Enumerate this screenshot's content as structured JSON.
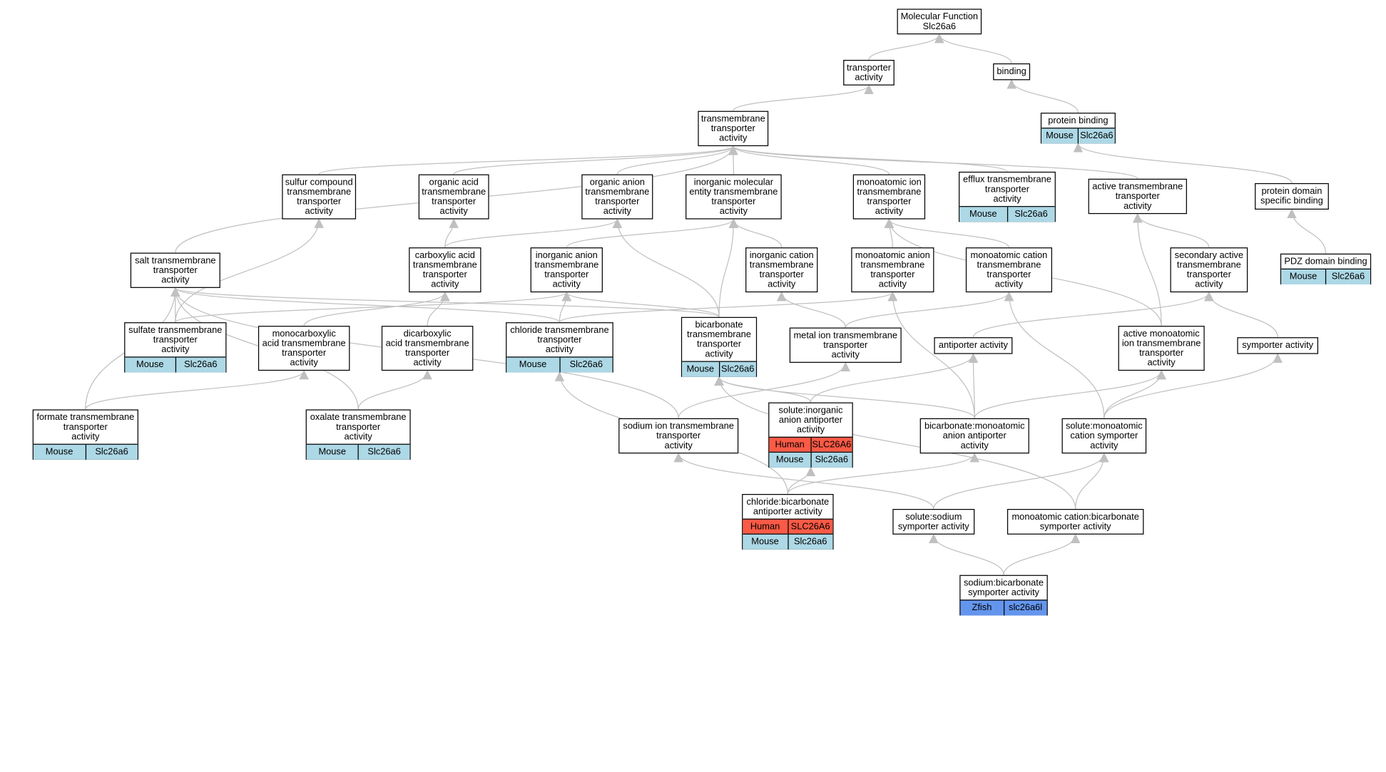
{
  "colors": {
    "edge": "#c0c0c0",
    "species": {
      "Mouse": "#add8e6",
      "Human": "#fa5a46",
      "Zfish": "#6495ed"
    }
  },
  "nodes": {
    "mf": {
      "label": "Molecular Function\nSlc26a6",
      "annotations": []
    },
    "transporter": {
      "label": "transporter\nactivity",
      "annotations": []
    },
    "binding": {
      "label": "binding",
      "annotations": []
    },
    "tmt": {
      "label": "transmembrane\ntransporter\nactivity",
      "annotations": []
    },
    "protein_binding": {
      "label": "protein binding",
      "annotations": [
        {
          "species": "Mouse",
          "gene": "Slc26a6"
        }
      ]
    },
    "sulfur": {
      "label": "sulfur compound\ntransmembrane\ntransporter\nactivity",
      "annotations": []
    },
    "organic_acid": {
      "label": "organic acid\ntransmembrane\ntransporter\nactivity",
      "annotations": []
    },
    "organic_anion": {
      "label": "organic anion\ntransmembrane\ntransporter\nactivity",
      "annotations": []
    },
    "inorg_mol": {
      "label": "inorganic molecular\nentity transmembrane\ntransporter\nactivity",
      "annotations": []
    },
    "monoatomic_ion": {
      "label": "monoatomic ion\ntransmembrane\ntransporter\nactivity",
      "annotations": []
    },
    "efflux": {
      "label": "efflux transmembrane\ntransporter\nactivity",
      "annotations": [
        {
          "species": "Mouse",
          "gene": "Slc26a6"
        }
      ]
    },
    "active_tmt": {
      "label": "active transmembrane\ntransporter\nactivity",
      "annotations": []
    },
    "protein_domain": {
      "label": "protein domain\nspecific binding",
      "annotations": []
    },
    "salt": {
      "label": "salt transmembrane\ntransporter\nactivity",
      "annotations": []
    },
    "carboxylic": {
      "label": "carboxylic acid\ntransmembrane\ntransporter\nactivity",
      "annotations": []
    },
    "inorg_anion": {
      "label": "inorganic anion\ntransmembrane\ntransporter\nactivity",
      "annotations": []
    },
    "inorg_cation": {
      "label": "inorganic cation\ntransmembrane\ntransporter\nactivity",
      "annotations": []
    },
    "mono_anion": {
      "label": "monoatomic anion\ntransmembrane\ntransporter\nactivity",
      "annotations": []
    },
    "mono_cation": {
      "label": "monoatomic cation\ntransmembrane\ntransporter\nactivity",
      "annotations": []
    },
    "secondary": {
      "label": "secondary active\ntransmembrane\ntransporter\nactivity",
      "annotations": []
    },
    "pdz": {
      "label": "PDZ domain binding",
      "annotations": [
        {
          "species": "Mouse",
          "gene": "Slc26a6"
        }
      ]
    },
    "sulfate": {
      "label": "sulfate transmembrane\ntransporter\nactivity",
      "annotations": [
        {
          "species": "Mouse",
          "gene": "Slc26a6"
        }
      ]
    },
    "monocarb": {
      "label": "monocarboxylic\nacid transmembrane\ntransporter\nactivity",
      "annotations": []
    },
    "dicarb": {
      "label": "dicarboxylic\nacid transmembrane\ntransporter\nactivity",
      "annotations": []
    },
    "chloride": {
      "label": "chloride transmembrane\ntransporter\nactivity",
      "annotations": [
        {
          "species": "Mouse",
          "gene": "Slc26a6"
        }
      ]
    },
    "bicarbonate": {
      "label": "bicarbonate\ntransmembrane\ntransporter\nactivity",
      "annotations": [
        {
          "species": "Mouse",
          "gene": "Slc26a6"
        }
      ]
    },
    "metal_ion": {
      "label": "metal ion transmembrane\ntransporter\nactivity",
      "annotations": []
    },
    "antiporter": {
      "label": "antiporter activity",
      "annotations": []
    },
    "active_mono": {
      "label": "active monoatomic\nion transmembrane\ntransporter\nactivity",
      "annotations": []
    },
    "symporter": {
      "label": "symporter activity",
      "annotations": []
    },
    "formate": {
      "label": "formate transmembrane\ntransporter\nactivity",
      "annotations": [
        {
          "species": "Mouse",
          "gene": "Slc26a6"
        }
      ]
    },
    "oxalate": {
      "label": "oxalate transmembrane\ntransporter\nactivity",
      "annotations": [
        {
          "species": "Mouse",
          "gene": "Slc26a6"
        }
      ]
    },
    "sodium_ion": {
      "label": "sodium ion transmembrane\ntransporter\nactivity",
      "annotations": []
    },
    "solute_inorg": {
      "label": "solute:inorganic\nanion antiporter\nactivity",
      "annotations": [
        {
          "species": "Human",
          "gene": "SLC26A6"
        },
        {
          "species": "Mouse",
          "gene": "Slc26a6"
        }
      ]
    },
    "bicarb_mono": {
      "label": "bicarbonate:monoatomic\nanion antiporter\nactivity",
      "annotations": []
    },
    "solute_mono": {
      "label": "solute:monoatomic\ncation symporter\nactivity",
      "annotations": []
    },
    "chloride_bicarb": {
      "label": "chloride:bicarbonate\nantiporter activity",
      "annotations": [
        {
          "species": "Human",
          "gene": "SLC26A6"
        },
        {
          "species": "Mouse",
          "gene": "Slc26a6"
        }
      ]
    },
    "solute_sodium": {
      "label": "solute:sodium\nsymporter activity",
      "annotations": []
    },
    "mono_cation_bicarb": {
      "label": "monoatomic cation:bicarbonate\nsymporter activity",
      "annotations": []
    },
    "sodium_bicarb": {
      "label": "sodium:bicarbonate\nsymporter activity",
      "annotations": [
        {
          "species": "Zfish",
          "gene": "slc26a6l"
        }
      ]
    }
  },
  "edges": [
    [
      "transporter",
      "mf"
    ],
    [
      "binding",
      "mf"
    ],
    [
      "tmt",
      "transporter"
    ],
    [
      "protein_binding",
      "binding"
    ],
    [
      "sulfur",
      "tmt"
    ],
    [
      "organic_acid",
      "tmt"
    ],
    [
      "organic_anion",
      "tmt"
    ],
    [
      "inorg_mol",
      "tmt"
    ],
    [
      "monoatomic_ion",
      "tmt"
    ],
    [
      "efflux",
      "tmt"
    ],
    [
      "active_tmt",
      "tmt"
    ],
    [
      "protein_domain",
      "protein_binding"
    ],
    [
      "salt",
      "tmt"
    ],
    [
      "carboxylic",
      "organic_acid"
    ],
    [
      "carboxylic",
      "organic_anion"
    ],
    [
      "inorg_anion",
      "inorg_mol"
    ],
    [
      "inorg_cation",
      "inorg_mol"
    ],
    [
      "mono_anion",
      "monoatomic_ion"
    ],
    [
      "mono_cation",
      "monoatomic_ion"
    ],
    [
      "secondary",
      "active_tmt"
    ],
    [
      "pdz",
      "protein_domain"
    ],
    [
      "sulfate",
      "sulfur"
    ],
    [
      "sulfate",
      "inorg_anion"
    ],
    [
      "sulfate",
      "salt"
    ],
    [
      "monocarb",
      "carboxylic"
    ],
    [
      "dicarb",
      "carboxylic"
    ],
    [
      "chloride",
      "inorg_anion"
    ],
    [
      "chloride",
      "mono_anion"
    ],
    [
      "chloride",
      "salt"
    ],
    [
      "bicarbonate",
      "organic_anion"
    ],
    [
      "bicarbonate",
      "inorg_anion"
    ],
    [
      "bicarbonate",
      "inorg_mol"
    ],
    [
      "bicarbonate",
      "salt"
    ],
    [
      "metal_ion",
      "inorg_cation"
    ],
    [
      "metal_ion",
      "mono_cation"
    ],
    [
      "antiporter",
      "secondary"
    ],
    [
      "active_mono",
      "active_tmt"
    ],
    [
      "active_mono",
      "monoatomic_ion"
    ],
    [
      "symporter",
      "secondary"
    ],
    [
      "formate",
      "monocarb"
    ],
    [
      "formate",
      "salt"
    ],
    [
      "oxalate",
      "dicarb"
    ],
    [
      "oxalate",
      "salt"
    ],
    [
      "sodium_ion",
      "metal_ion"
    ],
    [
      "sodium_ion",
      "salt"
    ],
    [
      "solute_inorg",
      "antiporter"
    ],
    [
      "solute_inorg",
      "bicarbonate"
    ],
    [
      "bicarb_mono",
      "antiporter"
    ],
    [
      "bicarb_mono",
      "active_mono"
    ],
    [
      "bicarb_mono",
      "mono_anion"
    ],
    [
      "bicarb_mono",
      "bicarbonate"
    ],
    [
      "solute_mono",
      "symporter"
    ],
    [
      "solute_mono",
      "active_mono"
    ],
    [
      "solute_mono",
      "mono_cation"
    ],
    [
      "chloride_bicarb",
      "solute_inorg"
    ],
    [
      "chloride_bicarb",
      "bicarb_mono"
    ],
    [
      "chloride_bicarb",
      "chloride"
    ],
    [
      "solute_sodium",
      "solute_mono"
    ],
    [
      "solute_sodium",
      "sodium_ion"
    ],
    [
      "mono_cation_bicarb",
      "solute_mono"
    ],
    [
      "mono_cation_bicarb",
      "bicarbonate"
    ],
    [
      "sodium_bicarb",
      "solute_sodium"
    ],
    [
      "sodium_bicarb",
      "mono_cation_bicarb"
    ]
  ]
}
